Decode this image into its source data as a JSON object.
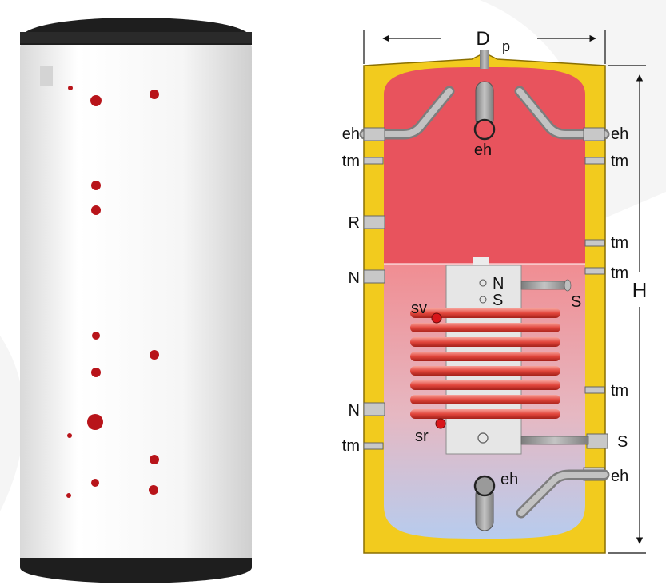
{
  "colors": {
    "insulation": "#f2cb1e",
    "insulation_edge": "#8a6f00",
    "water_hot": "#e8535d",
    "water_warm": "#f08a8e",
    "water_cool": "#b7c9ec",
    "coil": "#e2463c",
    "pipe": "#a0a0a0",
    "jacket": "#f4f4f4",
    "jacket_rim": "#1e1e1e",
    "port_dot": "#b8141a"
  },
  "icons": {
    "product_photo": "boiler-tank-photo-icon",
    "diagram": "boiler-cross-section-icon"
  },
  "dimension_labels": {
    "diameter": "D",
    "height": "H"
  },
  "connection_labels": {
    "top_pipe": "p",
    "eh_left": "eh",
    "tm_left_top": "tm",
    "r_left": "R",
    "n_left_top": "N",
    "n_left_bottom": "N",
    "tm_left_bottom": "tm",
    "eh_right_top": "eh",
    "tm_right_1": "tm",
    "tm_right_2": "tm",
    "tm_right_3": "tm",
    "s_right_mid": "S",
    "tm_right_4": "tm",
    "s_right_low": "S",
    "eh_right_bottom": "eh",
    "eh_inner_top": "eh",
    "eh_inner_bottom": "eh",
    "flange_n": "N",
    "flange_s": "S",
    "coil_inlet": "sv",
    "coil_outlet": "sr"
  }
}
